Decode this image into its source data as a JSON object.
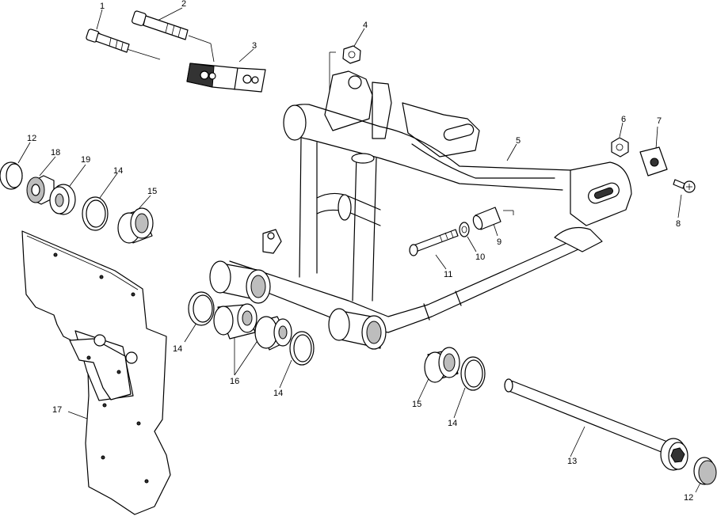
{
  "callouts": [
    {
      "id": "c1",
      "label": "1"
    },
    {
      "id": "c2",
      "label": "2"
    },
    {
      "id": "c3",
      "label": "3"
    },
    {
      "id": "c4",
      "label": "4"
    },
    {
      "id": "c5",
      "label": "5"
    },
    {
      "id": "c6",
      "label": "6"
    },
    {
      "id": "c7",
      "label": "7"
    },
    {
      "id": "c8",
      "label": "8"
    },
    {
      "id": "c9",
      "label": "9"
    },
    {
      "id": "c10",
      "label": "10"
    },
    {
      "id": "c11",
      "label": "11"
    },
    {
      "id": "c12a",
      "label": "12"
    },
    {
      "id": "c12b",
      "label": "12"
    },
    {
      "id": "c13",
      "label": "13"
    },
    {
      "id": "c14a",
      "label": "14"
    },
    {
      "id": "c14b",
      "label": "14"
    },
    {
      "id": "c14c",
      "label": "14"
    },
    {
      "id": "c14d",
      "label": "14"
    },
    {
      "id": "c15a",
      "label": "15"
    },
    {
      "id": "c15b",
      "label": "15"
    },
    {
      "id": "c16",
      "label": "16"
    },
    {
      "id": "c17",
      "label": "17"
    },
    {
      "id": "c18",
      "label": "18"
    },
    {
      "id": "c19",
      "label": "19"
    }
  ]
}
